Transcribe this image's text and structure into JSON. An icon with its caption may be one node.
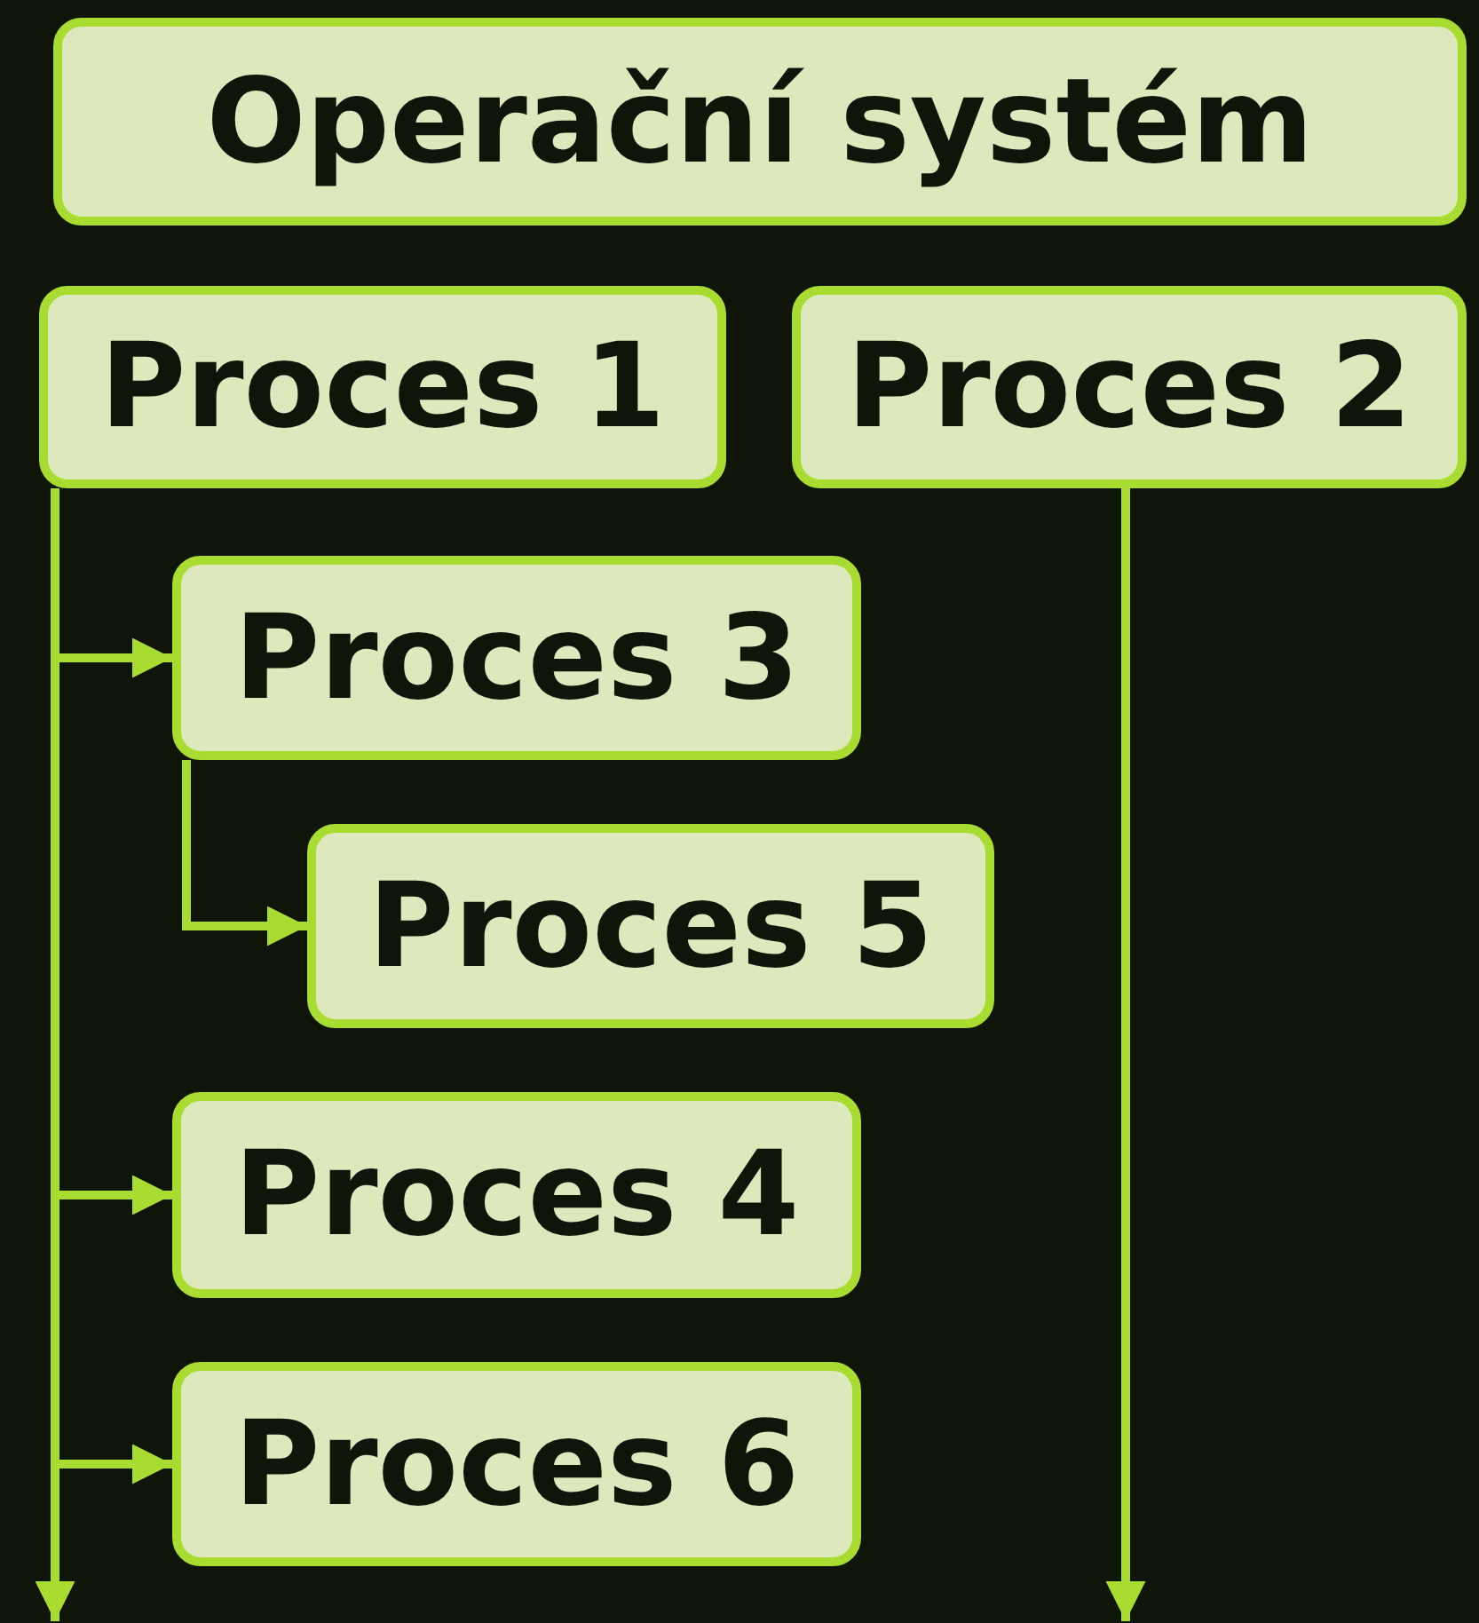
{
  "diagram": {
    "nodes": [
      {
        "text": [
          "Operační systém"
        ]
      },
      {
        "text": [
          "Proces 1"
        ]
      },
      {
        "text": [
          "Proces 2"
        ]
      },
      {
        "text": [
          "Proces 3"
        ]
      },
      {
        "text": [
          "Proces 5"
        ]
      },
      {
        "text": [
          "Proces 4"
        ]
      },
      {
        "text": [
          "Proces 6"
        ]
      }
    ],
    "edges": [
      {
        "from": 1,
        "to": 3,
        "arrow": "to"
      },
      {
        "from": 3,
        "to": 4,
        "arrow": "to"
      },
      {
        "from": 1,
        "to": 5,
        "arrow": "to"
      },
      {
        "from": 1,
        "to": 6,
        "arrow": "to"
      },
      {
        "from": 1,
        "to": null,
        "arrow": "to"
      },
      {
        "from": 2,
        "to": null,
        "arrow": "to"
      }
    ]
  }
}
